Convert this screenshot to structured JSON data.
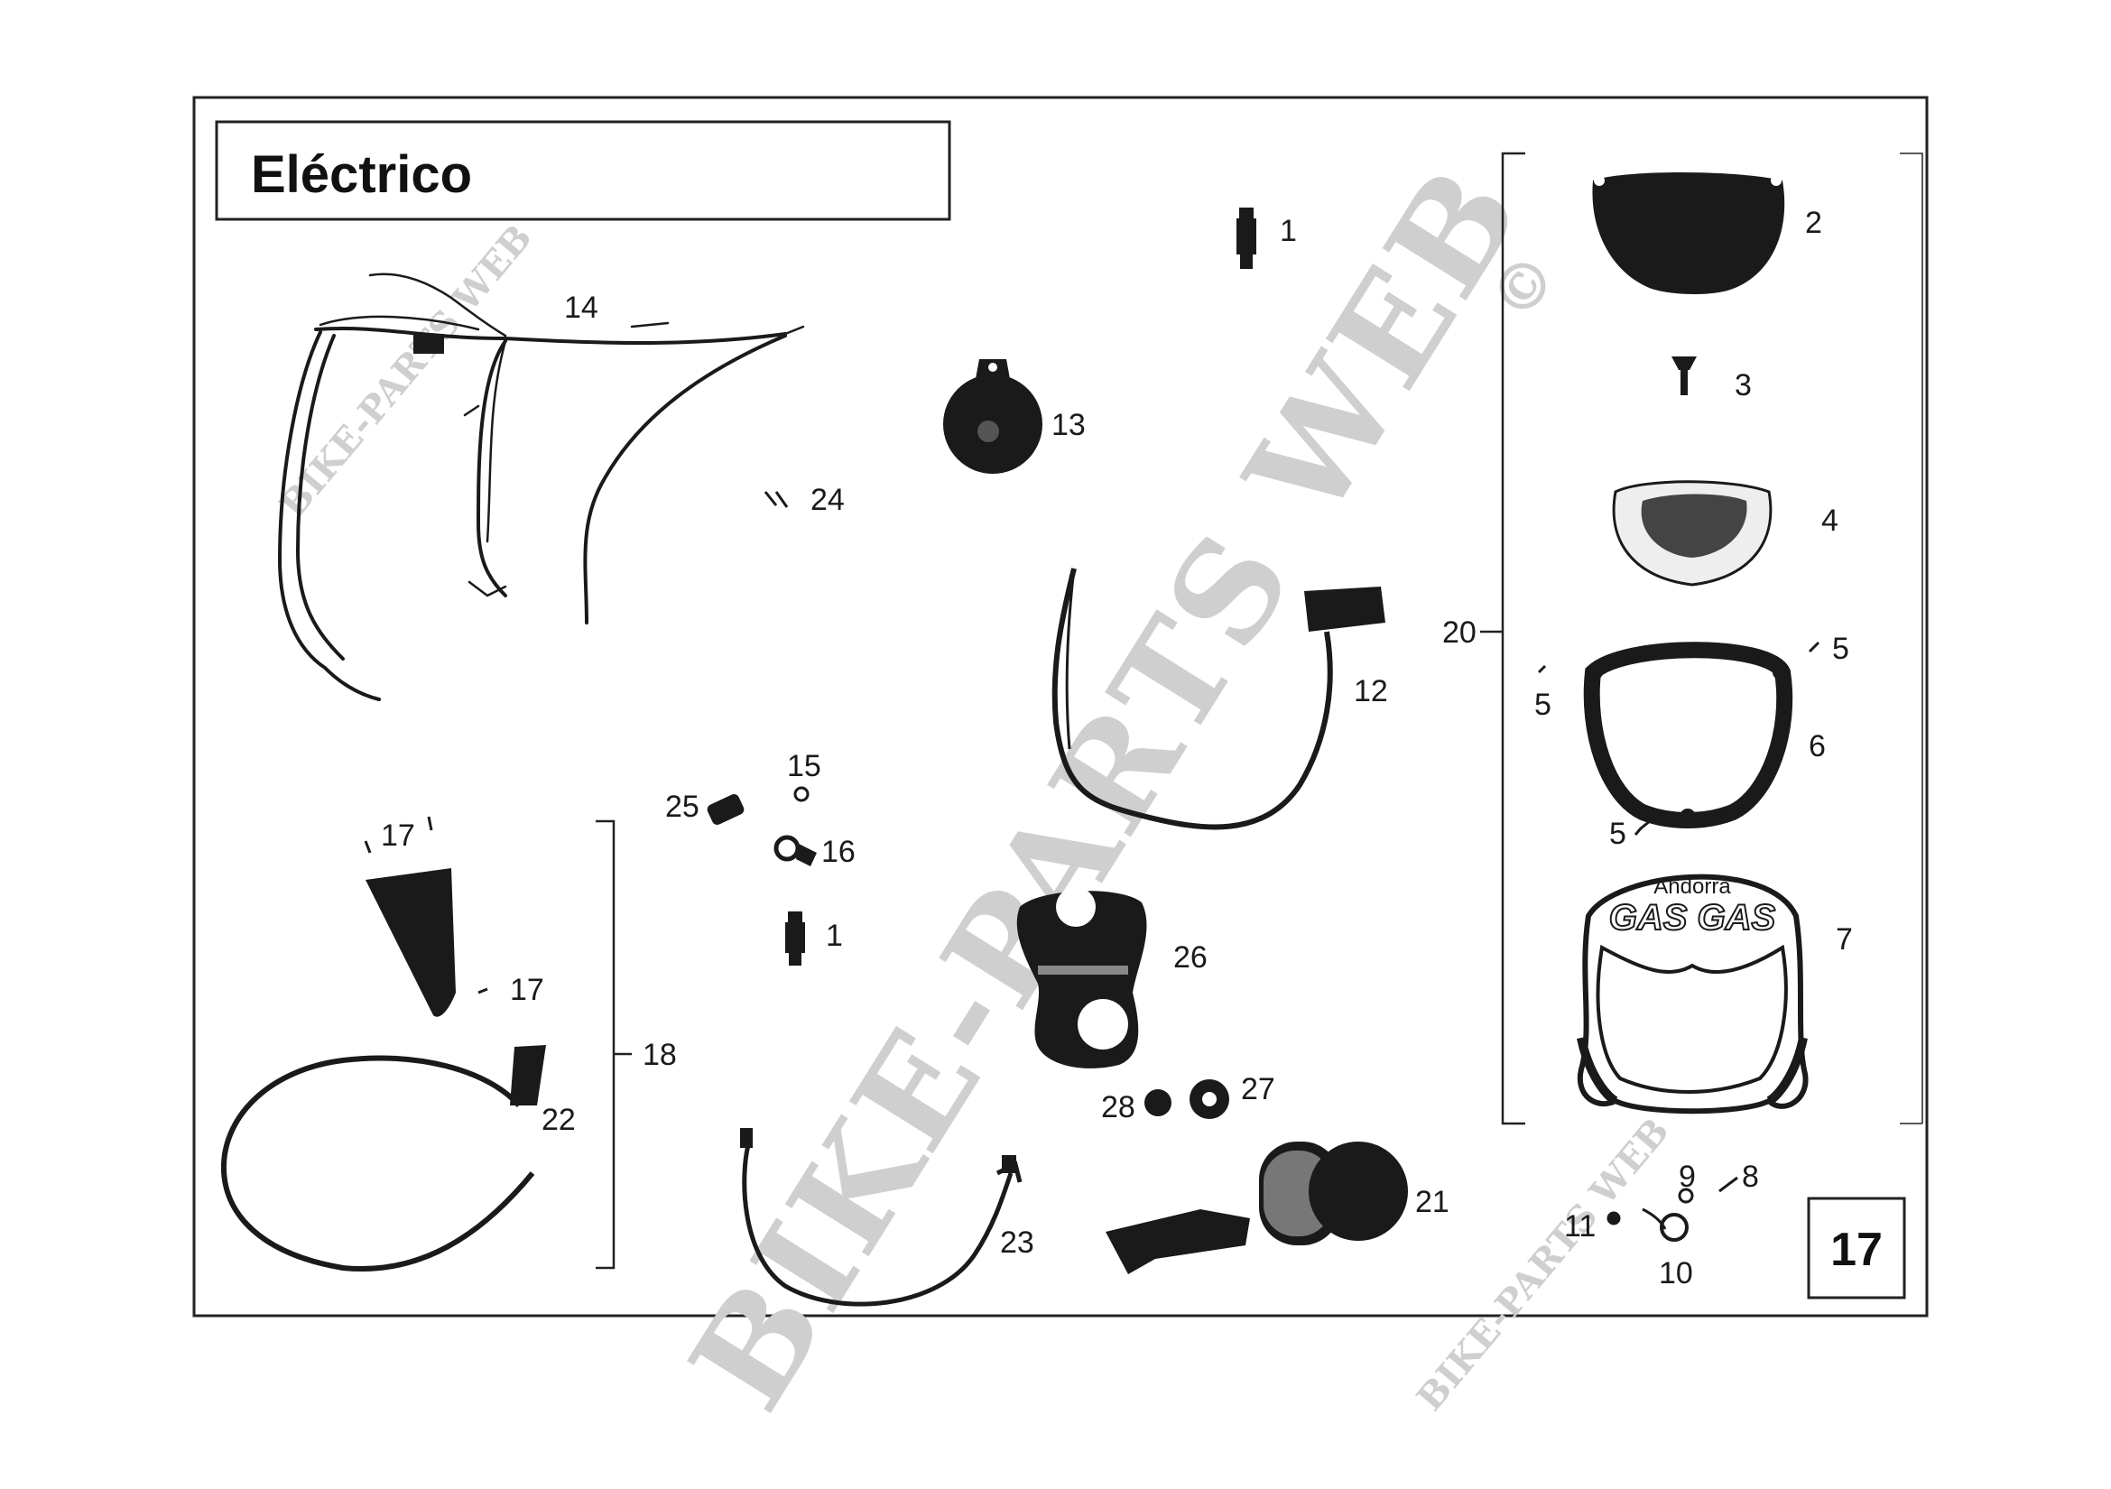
{
  "title": "Eléctrico",
  "page_number": "17",
  "watermark": {
    "main": "BIKE-PARTS WEB",
    "small": "BIKE-PARTS WEB",
    "copyright": "©"
  },
  "headlight_decal": {
    "line1": "Andorra",
    "line2": "GAS GAS"
  },
  "callouts": {
    "c1a": "1",
    "c1b": "1",
    "c2": "2",
    "c3": "3",
    "c4": "4",
    "c5a": "5",
    "c5b": "5",
    "c5c": "5",
    "c6": "6",
    "c7": "7",
    "c8": "8",
    "c9": "9",
    "c10": "10",
    "c11": "11",
    "c12": "12",
    "c13": "13",
    "c14": "14",
    "c15": "15",
    "c16": "16",
    "c17a": "17",
    "c17b": "17",
    "c18": "18",
    "c20": "20",
    "c21": "21",
    "c22": "22",
    "c23": "23",
    "c24": "24",
    "c25": "25",
    "c26": "26",
    "c27": "27",
    "c28": "28"
  },
  "colors": {
    "ink": "#1a1a1a",
    "watermark": "#cfcfcf",
    "paper": "#ffffff"
  }
}
